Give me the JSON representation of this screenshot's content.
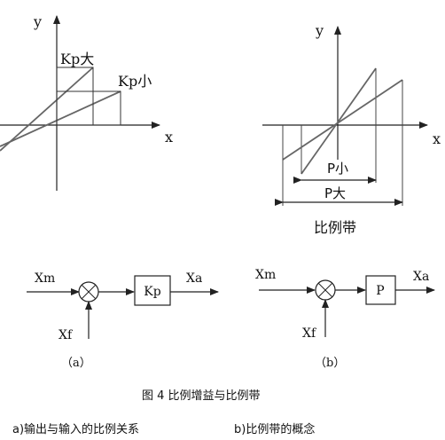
{
  "colors": {
    "ink": "#111111",
    "line": "#555555",
    "axis": "#222222"
  },
  "left_graph": {
    "y_label": "y",
    "x_label": "x",
    "kp_big": "Kp大",
    "kp_small": "Kp小"
  },
  "right_graph": {
    "y_label": "y",
    "x_label": "x",
    "p_small": "P小",
    "p_big": "P大",
    "title": "比例带"
  },
  "left_block": {
    "input": "Xm",
    "feedback": "Xf",
    "block": "Kp",
    "output": "Xa",
    "tag": "（a）"
  },
  "right_block": {
    "input": "Xm",
    "feedback": "Xf",
    "block": "P",
    "output": "Xa",
    "tag": "（b）"
  },
  "caption": "图 4  比例增益与比例带",
  "subcaptions": {
    "a": "a)输出与输入的比例关系",
    "b": "b)比例带的概念"
  }
}
